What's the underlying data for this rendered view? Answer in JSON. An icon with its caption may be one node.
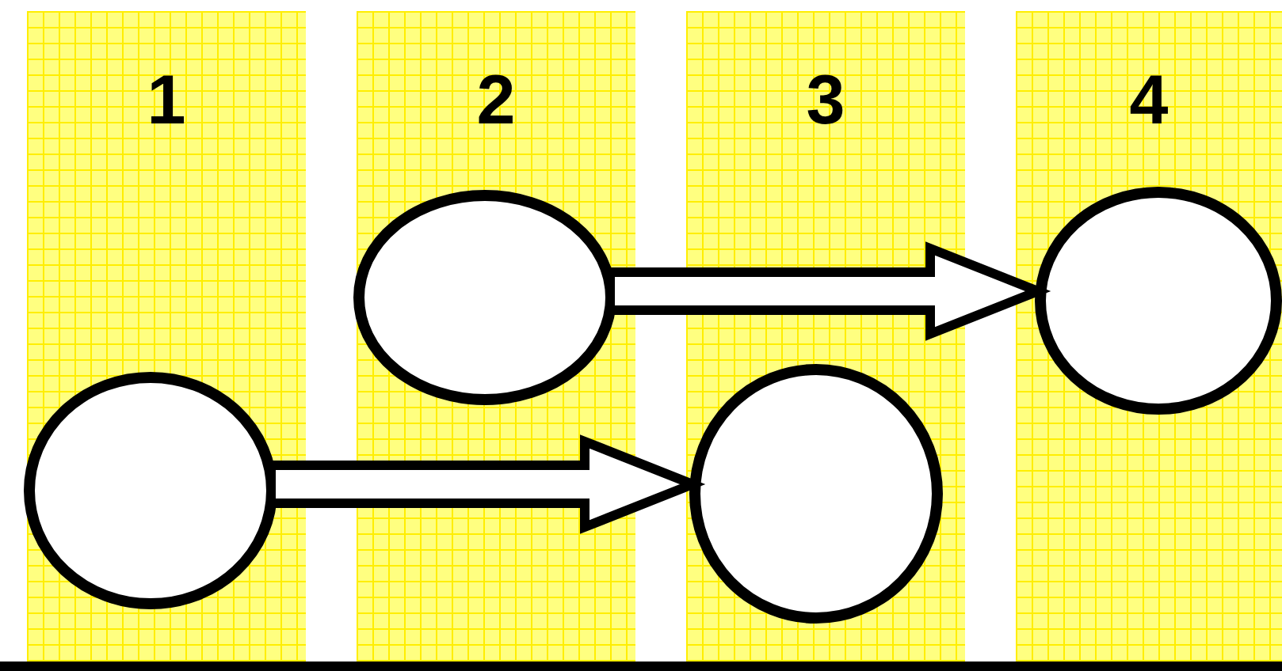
{
  "diagram": {
    "nodes": [
      {
        "text": [
          "1"
        ]
      },
      {
        "text": [
          "2"
        ]
      },
      {
        "text": [
          "3"
        ]
      },
      {
        "text": [
          "4"
        ]
      },
      {
        "text": [],
        "shape": "circle",
        "in": 0
      },
      {
        "text": [],
        "shape": "circle",
        "in": 1
      },
      {
        "text": [],
        "shape": "circle",
        "in": 2
      },
      {
        "text": [],
        "shape": "circle",
        "in": 3
      }
    ],
    "edges": [
      {
        "from": 4,
        "to": 6,
        "arrow": "to"
      },
      {
        "from": 5,
        "to": 7,
        "arrow": "to"
      }
    ]
  }
}
